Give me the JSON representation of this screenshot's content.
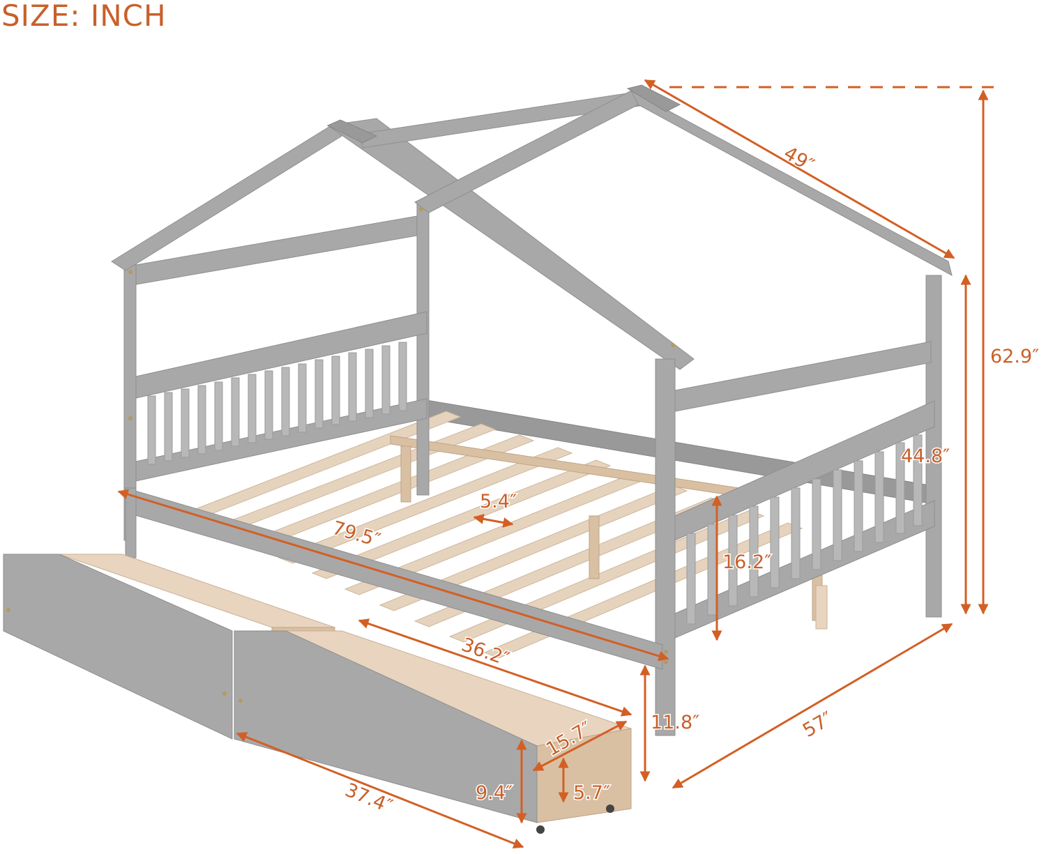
{
  "title": "SIZE: INCH",
  "colors": {
    "dimension": "#d35f24",
    "frame": "#a8a8a8",
    "wood": "#e6d3bd",
    "background": "#ffffff"
  },
  "product": {
    "type": "house-shaped full bed frame with two storage drawers",
    "finish": "gray",
    "slats": "natural wood",
    "drawers": 2
  },
  "dimensions": {
    "roof_slope": "49″",
    "overall_height": "62.9″",
    "post_height": "44.8″",
    "overall_length": "79.5″",
    "slat_gap": "5.4″",
    "rail_height": "16.2″",
    "overall_width": "57″",
    "under_bed_clearance": "11.8″",
    "drawer_interior_length": "36.2″",
    "drawer_width": "15.7″",
    "drawer_interior_depth": "5.7″",
    "drawer_front_height": "9.4″",
    "drawer_front_length": "37.4″"
  }
}
